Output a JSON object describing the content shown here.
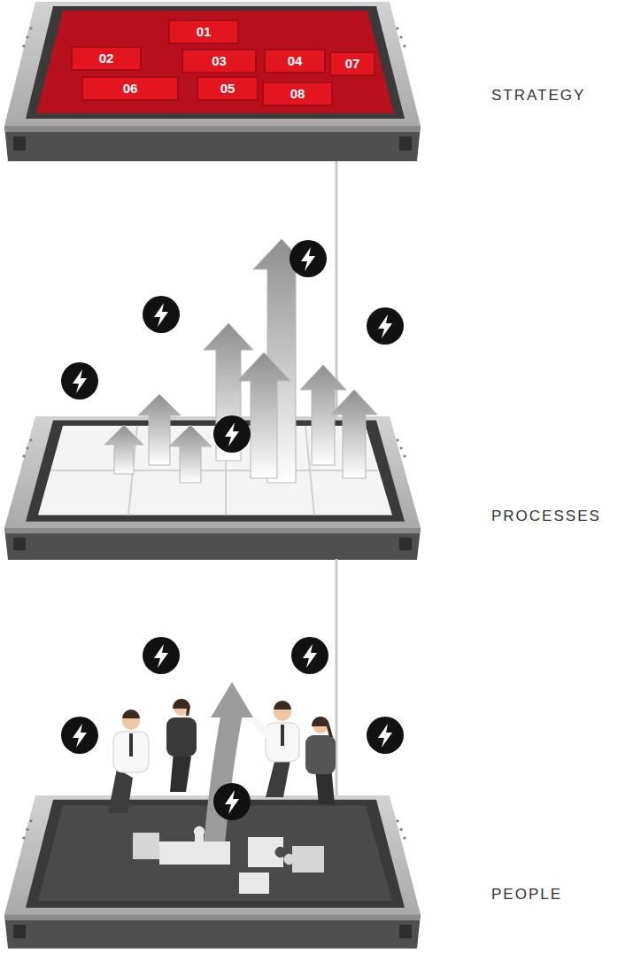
{
  "diagram": {
    "nodes": [
      {
        "text": [
          "STRATEGY"
        ]
      },
      {
        "text": [
          "01"
        ],
        "in": 0
      },
      {
        "text": [
          "02"
        ],
        "in": 0
      },
      {
        "text": [
          "03"
        ],
        "in": 0
      },
      {
        "text": [
          "04"
        ],
        "in": 0
      },
      {
        "text": [
          "07"
        ],
        "in": 0
      },
      {
        "text": [
          "06"
        ],
        "in": 0
      },
      {
        "text": [
          "05"
        ],
        "in": 0
      },
      {
        "text": [
          "08"
        ],
        "in": 0
      },
      {
        "text": [
          "PROCESSES"
        ]
      },
      {
        "text": [
          "PEOPLE"
        ]
      }
    ],
    "edges": [
      {
        "from": 0,
        "to": 9,
        "arrow": "none"
      },
      {
        "from": 9,
        "to": 10,
        "arrow": "none"
      }
    ]
  }
}
